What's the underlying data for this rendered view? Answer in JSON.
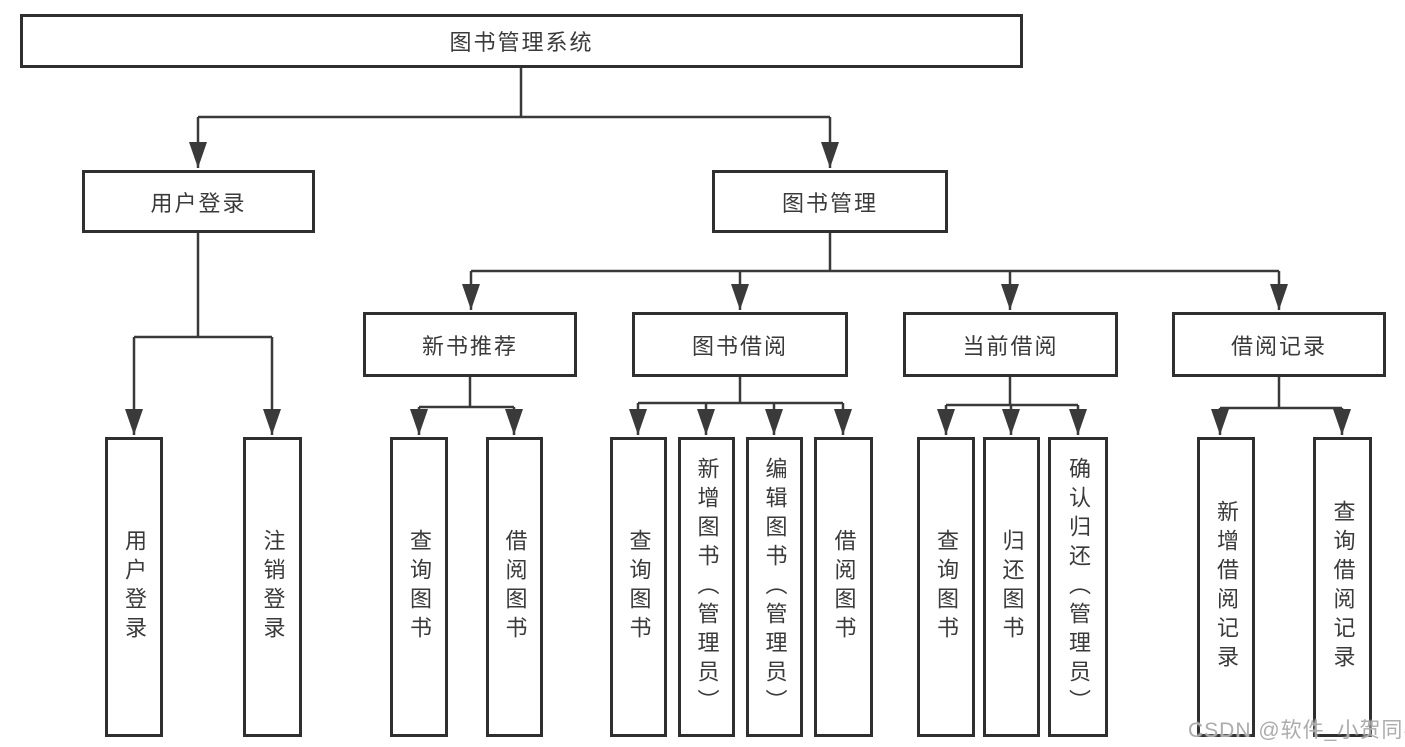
{
  "tree": {
    "root": {
      "label": "图书管理系统",
      "children": [
        {
          "label": "用户登录",
          "children": [
            {
              "label": "用户登录"
            },
            {
              "label": "注销登录"
            }
          ]
        },
        {
          "label": "图书管理",
          "children": [
            {
              "label": "新书推荐",
              "children": [
                {
                  "label": "查询图书"
                },
                {
                  "label": "借阅图书"
                }
              ]
            },
            {
              "label": "图书借阅",
              "children": [
                {
                  "label": "查询图书"
                },
                {
                  "label": "新增图书（管理员）"
                },
                {
                  "label": "编辑图书（管理员）"
                },
                {
                  "label": "借阅图书"
                }
              ]
            },
            {
              "label": "当前借阅",
              "children": [
                {
                  "label": "查询图书"
                },
                {
                  "label": "归还图书"
                },
                {
                  "label": "确认归还（管理员）"
                }
              ]
            },
            {
              "label": "借阅记录",
              "children": [
                {
                  "label": "新增借阅记录"
                },
                {
                  "label": "查询借阅记录"
                }
              ]
            }
          ]
        }
      ]
    }
  },
  "watermark": {
    "text": "CSDN @软件_小贺同学"
  },
  "colors": {
    "box_border": "#2f2f2f",
    "connector_line": "#3a3a3a",
    "text": "#3a3a3a",
    "watermark_text": "#acacac",
    "background": "#ffffff"
  }
}
